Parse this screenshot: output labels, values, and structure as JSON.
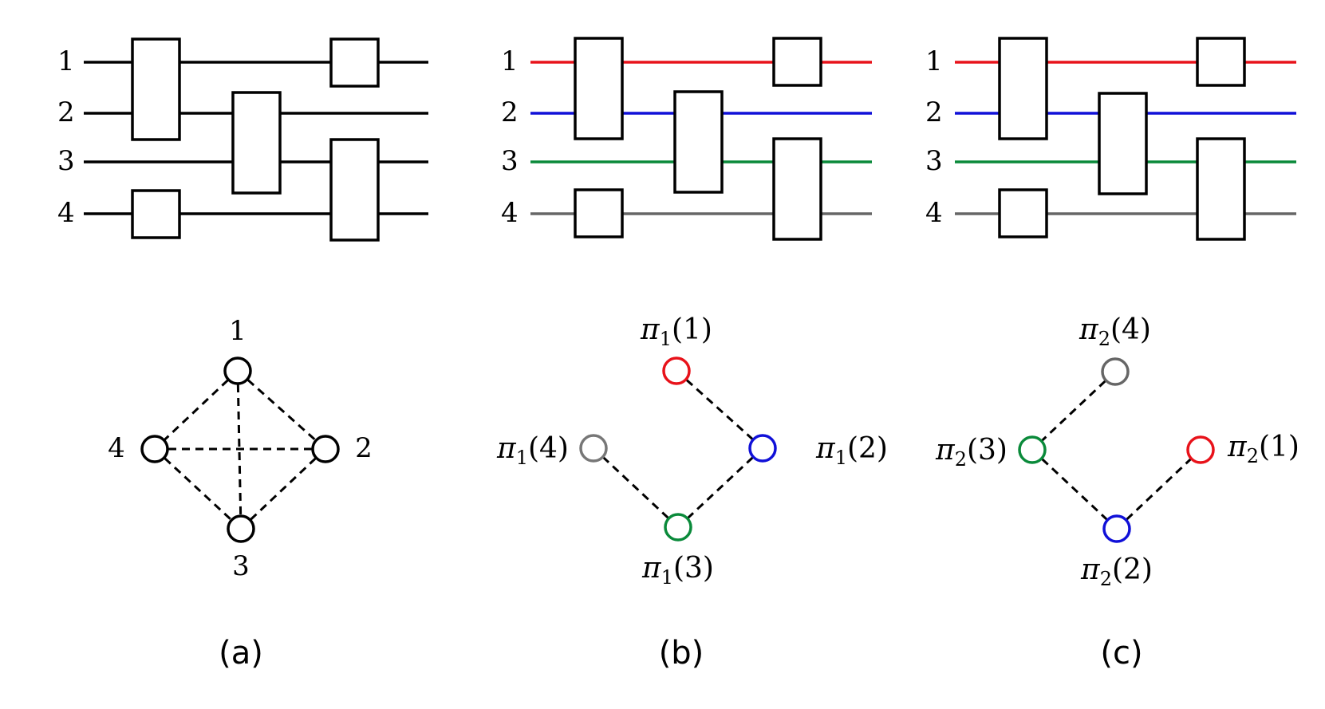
{
  "wire_labels": [
    "1",
    "2",
    "3",
    "4"
  ],
  "wire_colors": [
    "#e8121a",
    "#1010d8",
    "#0a8a3a",
    "#666666"
  ],
  "panel_a": {
    "caption": "(a)",
    "nodes": [
      {
        "label": "1",
        "color": "#000000"
      },
      {
        "label": "2",
        "color": "#000000"
      },
      {
        "label": "3",
        "color": "#000000"
      },
      {
        "label": "4",
        "color": "#000000"
      }
    ]
  },
  "panel_b": {
    "caption": "(b)",
    "perm_symbol": "π",
    "perm_subscript": "1",
    "nodes": [
      {
        "arg": "1",
        "color": "#e8121a"
      },
      {
        "arg": "2",
        "color": "#1010d8"
      },
      {
        "arg": "3",
        "color": "#0a8a3a"
      },
      {
        "arg": "4",
        "color": "#777777"
      }
    ]
  },
  "panel_c": {
    "caption": "(c)",
    "perm_symbol": "π",
    "perm_subscript": "2",
    "nodes": [
      {
        "arg": "4",
        "color": "#666666"
      },
      {
        "arg": "3",
        "color": "#0a8a3a"
      },
      {
        "arg": "1",
        "color": "#e8121a"
      },
      {
        "arg": "2",
        "color": "#1010d8"
      }
    ]
  }
}
